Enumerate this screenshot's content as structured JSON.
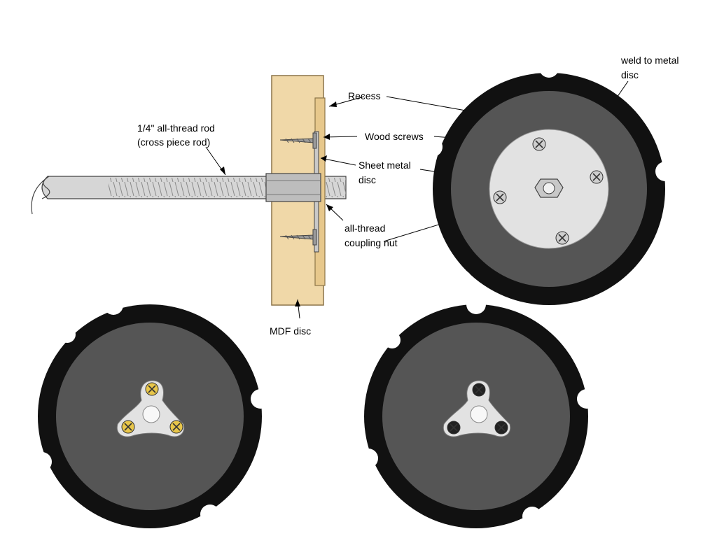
{
  "labels": {
    "rod_line1": "1/4\" all-thread rod",
    "rod_line2": "(cross piece rod)",
    "recess": "Recess",
    "wood_screws": "Wood screws",
    "sheet_metal_line1": "Sheet metal",
    "sheet_metal_line2": "disc",
    "coupling_line1": "all-thread",
    "coupling_line2": "coupling nut",
    "mdf_disc": "MDF disc",
    "weld_line1": "weld to metal",
    "weld_line2": "disc"
  },
  "colors": {
    "wheel_tire": "#111111",
    "wheel_face": "#555555",
    "wood": "#f0d8a8",
    "metal": "#e2e2e2",
    "brass_screw": "#e8c64a",
    "black_screw": "#222222",
    "rod": "#d6d6d6"
  },
  "icons": {
    "screw_head": "phillips-screw-icon",
    "nut": "hex-nut-icon"
  }
}
